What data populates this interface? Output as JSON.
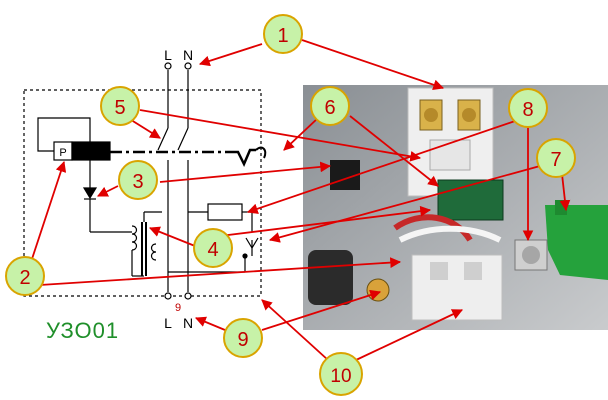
{
  "title": "УЗО01",
  "terminals_top": [
    "L",
    "N"
  ],
  "terminals_bottom": [
    "L",
    "N"
  ],
  "relay_label": "P",
  "bottom_small_label": "9",
  "callouts": [
    "1",
    "2",
    "3",
    "4",
    "5",
    "6",
    "7",
    "8",
    "9",
    "10"
  ],
  "colors": {
    "callout_fill": "#c7f2a8",
    "callout_stroke": "#d9a400",
    "callout_text": "#c00000",
    "arrow": "#e00000",
    "title": "#1f8f2a",
    "wire": "#000000"
  }
}
